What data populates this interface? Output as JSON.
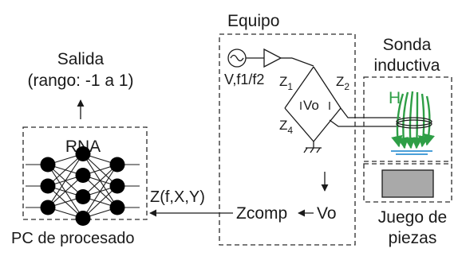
{
  "output": {
    "line1": "Salida",
    "line2": "(rango: -1 a 1)"
  },
  "blocks": {
    "pc": {
      "label": "RNA",
      "caption": "PC de procesado"
    },
    "equipo": {
      "title": "Equipo"
    },
    "sonda": {
      "line1": "Sonda",
      "line2": "inductiva"
    },
    "piezas": {
      "line1": "Juego de",
      "line2": "piezas"
    }
  },
  "signals": {
    "source": "V,f1/f2",
    "z1": "Z",
    "z1_sub": "1",
    "z2": "Z",
    "z2_sub": "2",
    "z4": "Z",
    "z4_sub": "4",
    "bridge_out": "Vo",
    "vo": "Vo",
    "zcomp": "Zcomp",
    "zfxy": "Z(f,X,Y)",
    "field": "H"
  },
  "network": {
    "layers": [
      3,
      4,
      3
    ]
  },
  "colors": {
    "field": "#2e9e46",
    "coil_wire": "#1a1a1a",
    "specimen": "#a9a9a9",
    "surface_line": "#4a9fd8"
  }
}
